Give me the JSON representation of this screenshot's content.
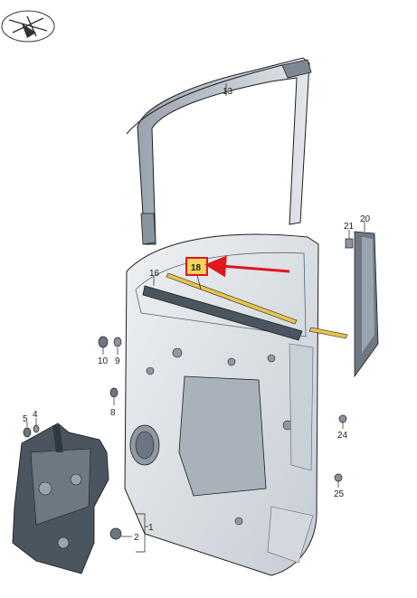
{
  "colors": {
    "background": "#ffffff",
    "line": "#1e1e1e",
    "panel_light": "#d8dde3",
    "panel_mid": "#a9b2bb",
    "panel_dark": "#4b5560",
    "seal_strip": "#e8c34a",
    "highlight_box": "#e0161d",
    "arrow": "#e0161d",
    "highlight_fill": "#f2d45c"
  },
  "icons": {
    "logo": "crossed-circle-arrow-logo"
  },
  "callouts": {
    "c1": "1",
    "c2": "2",
    "c4": "4",
    "c5": "5",
    "c8": "8",
    "c9": "9",
    "c10": "10",
    "c13": "13",
    "c16": "16",
    "c18": "18",
    "c20": "20",
    "c21": "21",
    "c24": "24",
    "c25": "25"
  },
  "highlighted_part": "18"
}
